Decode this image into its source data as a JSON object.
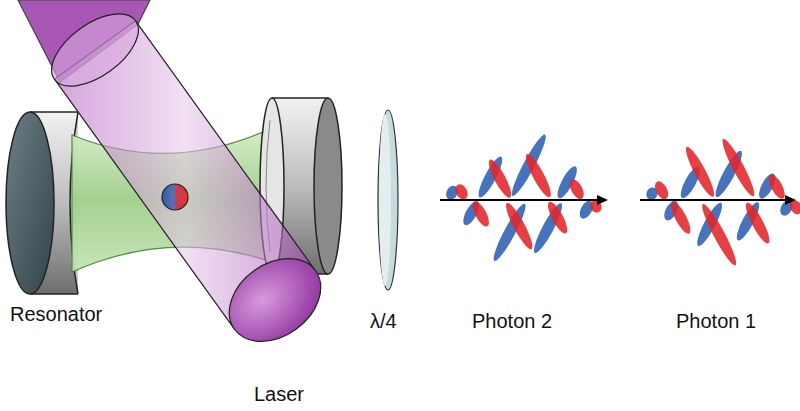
{
  "diagram": {
    "labels": [
      "Resonator",
      "Laser",
      "λ/4",
      "Photon 2",
      "Photon 1"
    ]
  }
}
